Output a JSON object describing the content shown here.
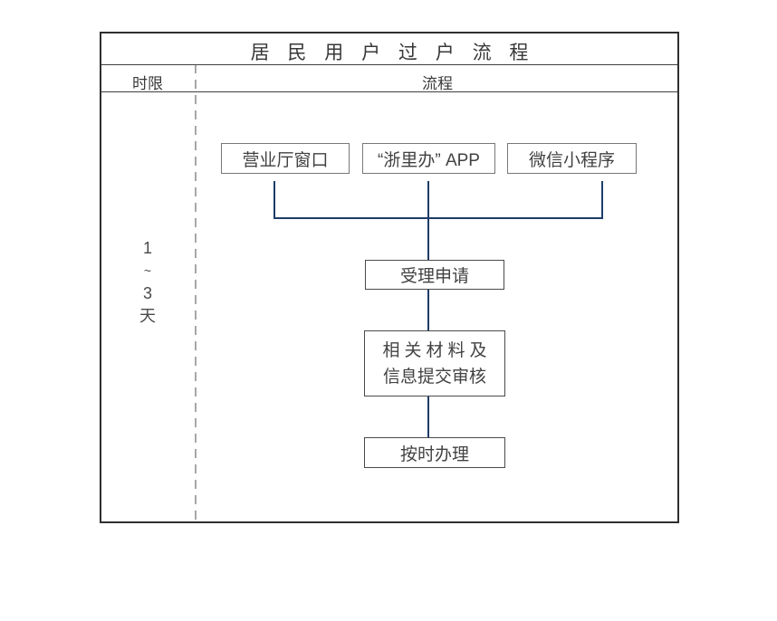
{
  "title": "居 民 用 户 过 户 流 程",
  "columns": {
    "time_limit": "时限",
    "process": "流程"
  },
  "time_limit": {
    "char1": "1",
    "char2": "~",
    "char3": "3",
    "char4": "天"
  },
  "flow": {
    "channels": [
      {
        "label": "营业厅窗口"
      },
      {
        "label": "“浙里办” APP"
      },
      {
        "label": "微信小程序"
      }
    ],
    "steps": [
      {
        "label": "受理申请"
      },
      {
        "line1": "相关材料及",
        "line2": "信息提交审核"
      },
      {
        "label": "按时办理"
      }
    ]
  },
  "colors": {
    "connector": "#1e3c68",
    "divider_dashed": "#4f4f4f",
    "channel_box_border": "#787878",
    "step_box_border": "#4a4a4a",
    "frame_border": "#2f2f2f",
    "text": "#3f3f3f"
  }
}
